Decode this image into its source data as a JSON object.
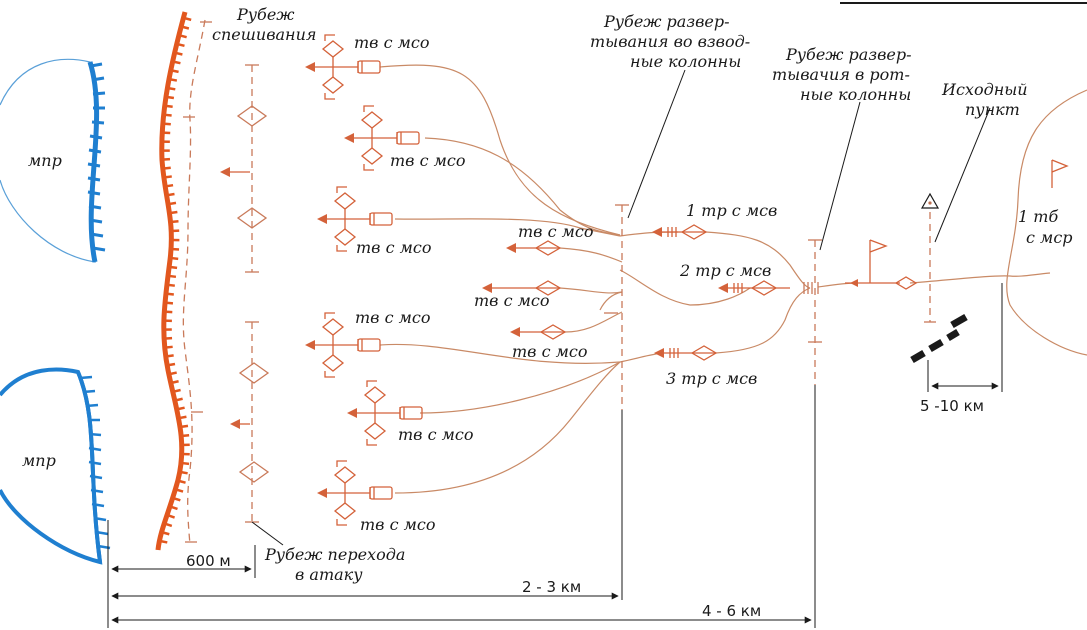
{
  "labels": {
    "dismount_line": [
      "Рубеж",
      "спешивания"
    ],
    "platoon_line": [
      "Рубеж развер-",
      "тывания во взвод-",
      "ные колонны"
    ],
    "company_line": [
      "Рубеж развер-",
      "тывачия в рот-",
      "ные колонны"
    ],
    "start_point": [
      "Исходный",
      "пункт"
    ],
    "attack_line": [
      "Рубеж перехода",
      "в атаку"
    ],
    "enemy_top": "мпр",
    "enemy_bottom": "мпр",
    "battalion": [
      "1 тб",
      "с мср"
    ],
    "tank_unit": "тв с мсо",
    "company_1": "1 тр с мсв",
    "company_2": "2 тр с мсв",
    "company_3": "3 тр с мсв"
  },
  "distances": {
    "d600": "600 м",
    "d23": "2 - 3  км",
    "d46": "4 - 6  км",
    "d510": "5 -10  км"
  },
  "colors": {
    "enemy": "#1f7fd0",
    "front": "#e2571e",
    "route": "#c98a66",
    "symbol": "#d4623a",
    "ink": "#1a1a1a"
  }
}
